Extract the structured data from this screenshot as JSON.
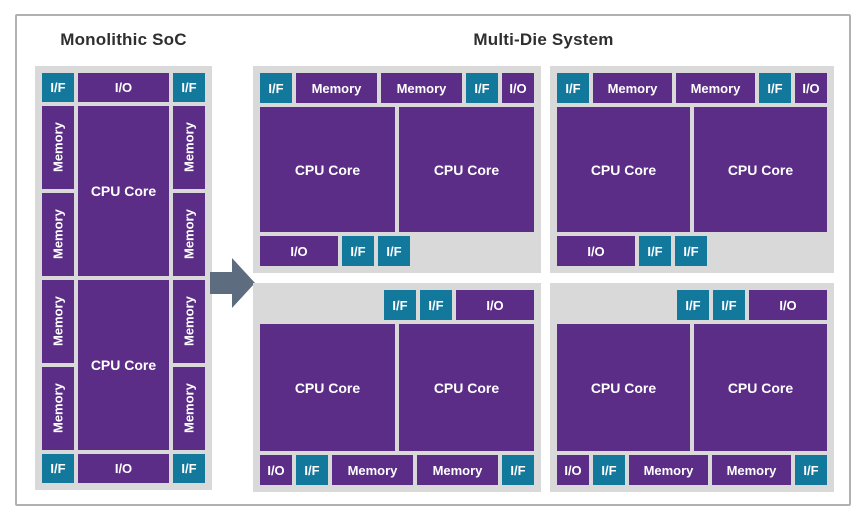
{
  "titles": {
    "monolithic": "Monolithic SoC",
    "multi_die": "Multi-Die System"
  },
  "colors": {
    "purple": "#5b2d86",
    "teal": "#12789c",
    "panel": "#d9d9d9",
    "arrow": "#5d6c7e",
    "frame": "#b1b1b1",
    "title_text": "#2f2f2f",
    "block_text": "#ffffff",
    "background": "#ffffff"
  },
  "icons": {
    "transition_arrow": "right-arrow"
  },
  "monolithic": {
    "top_row": [
      {
        "label": "I/F"
      },
      {
        "label": "I/O"
      },
      {
        "label": "I/F"
      }
    ],
    "sections": [
      {
        "left_memories": [
          "Memory",
          "Memory"
        ],
        "core": "CPU Core",
        "right_memories": [
          "Memory",
          "Memory"
        ]
      },
      {
        "left_memories": [
          "Memory",
          "Memory"
        ],
        "core": "CPU Core",
        "right_memories": [
          "Memory",
          "Memory"
        ]
      }
    ],
    "bottom_row": [
      {
        "label": "I/F"
      },
      {
        "label": "I/O"
      },
      {
        "label": "I/F"
      }
    ]
  },
  "dies": [
    {
      "position": "top-left",
      "top_row": [
        {
          "label": "I/F"
        },
        {
          "label": "Memory"
        },
        {
          "label": "Memory"
        },
        {
          "label": "I/F"
        },
        {
          "label": "I/O"
        }
      ],
      "cores": [
        "CPU Core",
        "CPU Core"
      ],
      "bottom_row": [
        {
          "label": "I/O"
        },
        {
          "label": "I/F"
        },
        {
          "label": "I/F"
        }
      ]
    },
    {
      "position": "top-right",
      "top_row": [
        {
          "label": "I/F"
        },
        {
          "label": "Memory"
        },
        {
          "label": "Memory"
        },
        {
          "label": "I/F"
        },
        {
          "label": "I/O"
        }
      ],
      "cores": [
        "CPU Core",
        "CPU Core"
      ],
      "bottom_row": [
        {
          "label": "I/O"
        },
        {
          "label": "I/F"
        },
        {
          "label": "I/F"
        }
      ]
    },
    {
      "position": "bottom-left",
      "top_row": [
        {
          "label": "I/F"
        },
        {
          "label": "I/F"
        },
        {
          "label": "I/O"
        }
      ],
      "cores": [
        "CPU Core",
        "CPU Core"
      ],
      "bottom_row": [
        {
          "label": "I/O"
        },
        {
          "label": "I/F"
        },
        {
          "label": "Memory"
        },
        {
          "label": "Memory"
        },
        {
          "label": "I/F"
        }
      ]
    },
    {
      "position": "bottom-right",
      "top_row": [
        {
          "label": "I/F"
        },
        {
          "label": "I/F"
        },
        {
          "label": "I/O"
        }
      ],
      "cores": [
        "CPU Core",
        "CPU Core"
      ],
      "bottom_row": [
        {
          "label": "I/O"
        },
        {
          "label": "I/F"
        },
        {
          "label": "Memory"
        },
        {
          "label": "Memory"
        },
        {
          "label": "I/F"
        }
      ]
    }
  ]
}
